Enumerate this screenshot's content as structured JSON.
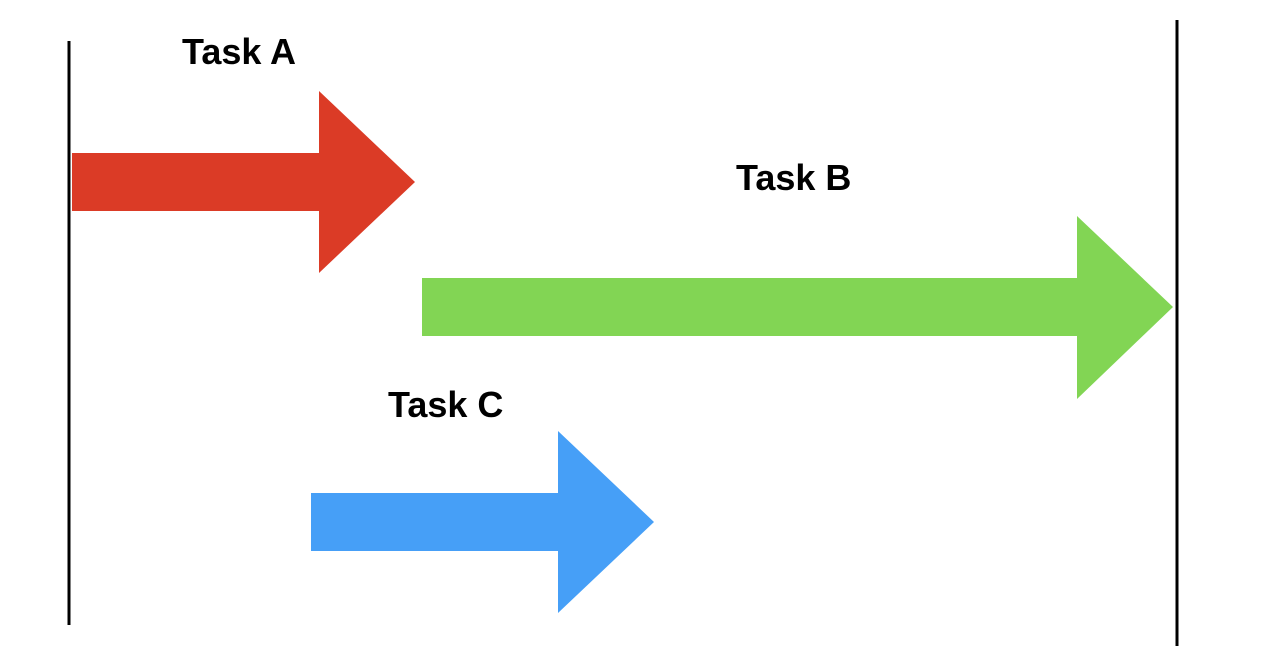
{
  "tasks": [
    {
      "label": "Task A",
      "color": "#DB3B26"
    },
    {
      "label": "Task B",
      "color": "#82D554"
    },
    {
      "label": "Task C",
      "color": "#469FF7"
    }
  ]
}
